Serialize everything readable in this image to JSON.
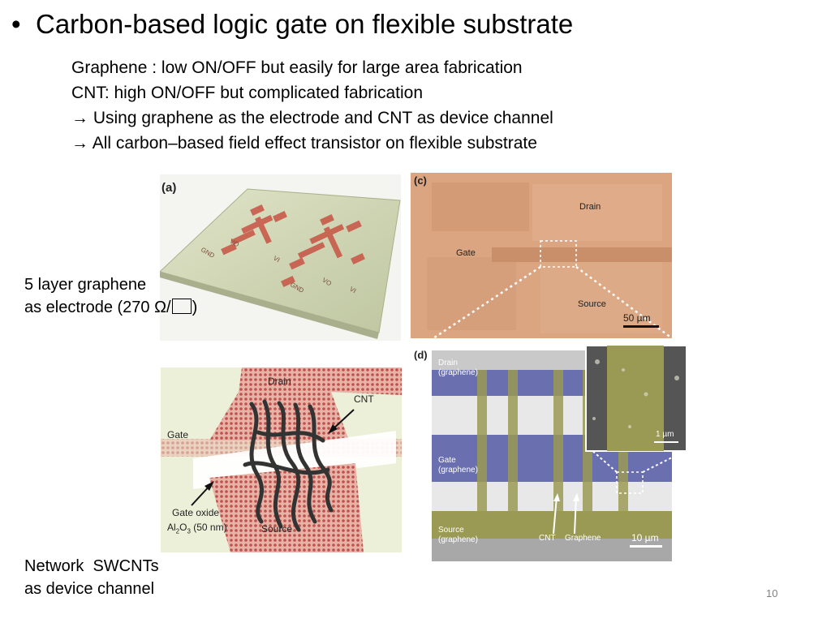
{
  "slide": {
    "title": "Carbon-based logic gate on flexible substrate",
    "bullet_glyph": "•",
    "points": [
      "Graphene : low ON/OFF but easily for large area fabrication",
      "CNT: high ON/OFF but complicated fabrication",
      "Using graphene as the electrode and CNT as device channel",
      "All carbon–based field effect transistor on flexible substrate"
    ],
    "arrow_glyph": "→",
    "caption_electrode": {
      "line1": "5 layer graphene",
      "line2_prefix": "as electrode (270 Ω/",
      "line2_suffix": ")"
    },
    "caption_channel": {
      "line1": "Network  SWCNTs",
      "line2": "as device channel"
    },
    "page_number": "10"
  },
  "figures": {
    "a": {
      "panel_label": "(a)",
      "pads": [
        "GND",
        "VO",
        "VI",
        "GND",
        "VO",
        "VI"
      ]
    },
    "b": {
      "drain": "Drain",
      "cnt": "CNT",
      "gate": "Gate",
      "gate_oxide": "Gate oxide",
      "al2o3_prefix": "Al",
      "al2o3_sub1": "2",
      "al2o3_mid": "O",
      "al2o3_sub2": "3",
      "al2o3_suffix": " (50 nm)",
      "source": "Source"
    },
    "c": {
      "panel_label": "(c)",
      "drain": "Drain",
      "gate": "Gate",
      "source": "Source",
      "scale": "50 µm"
    },
    "d": {
      "panel_label": "(d)",
      "drain": "Drain",
      "drain_sub": "(graphene)",
      "gate": "Gate",
      "gate_sub": "(graphene)",
      "source": "Source",
      "source_sub": "(graphene)",
      "cnt": "CNT",
      "graphene": "Graphene",
      "scale": "10 µm",
      "inset_scale": "1 µm"
    }
  },
  "colors": {
    "text": "#000000",
    "page_number": "#7f7f7f",
    "electrode_red": "#c0504d",
    "substrate_green": "#cdd3b0",
    "micrograph_orange": "#d9a07a",
    "sem_blue": "#6a6fb0",
    "sem_yellow": "#9b9a55"
  }
}
